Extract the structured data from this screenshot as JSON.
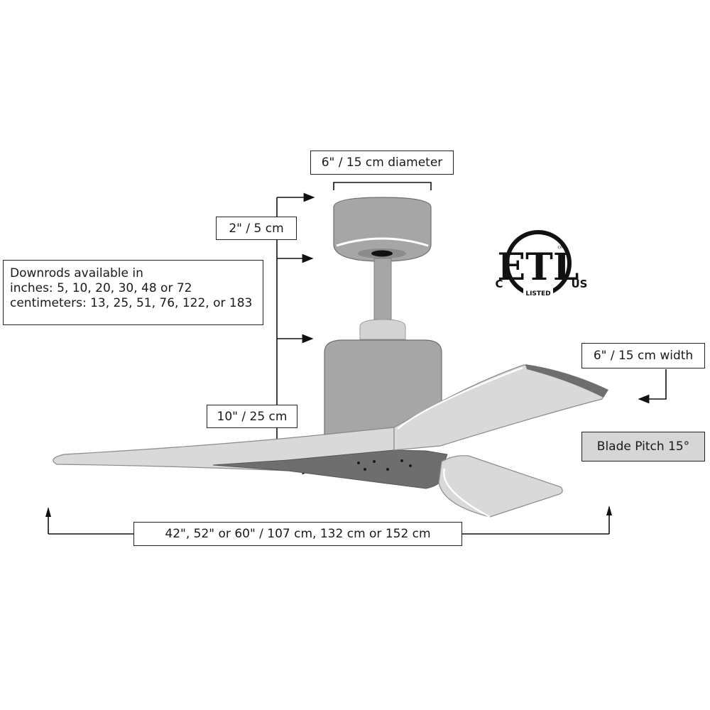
{
  "labels": {
    "motor_diameter": "6\" / 15 cm diameter",
    "canopy_height": "2\" / 5 cm",
    "downrods": {
      "line1": "Downrods available in",
      "line2": "inches: 5, 10, 20, 30, 48 or 72",
      "line3": "centimeters: 13, 25, 51, 76, 122, or 183"
    },
    "fan_height": "10\" / 25 cm",
    "blade_width": "6\" / 15 cm width",
    "blade_pitch": "Blade Pitch 15°",
    "span": "42\", 52\" or 60\" / 107 cm, 132  cm or 152 cm"
  },
  "certification": {
    "mark": "ETL",
    "left": "C",
    "right": "US",
    "bottom": "LISTED",
    "small": "cm"
  },
  "colors": {
    "body_gray": "#a6a6a6",
    "blade_light": "#d9d9d9",
    "blade_dark": "#6e6e6e",
    "line": "#1a1a1a",
    "pitch_box": "#d6d6d6"
  }
}
